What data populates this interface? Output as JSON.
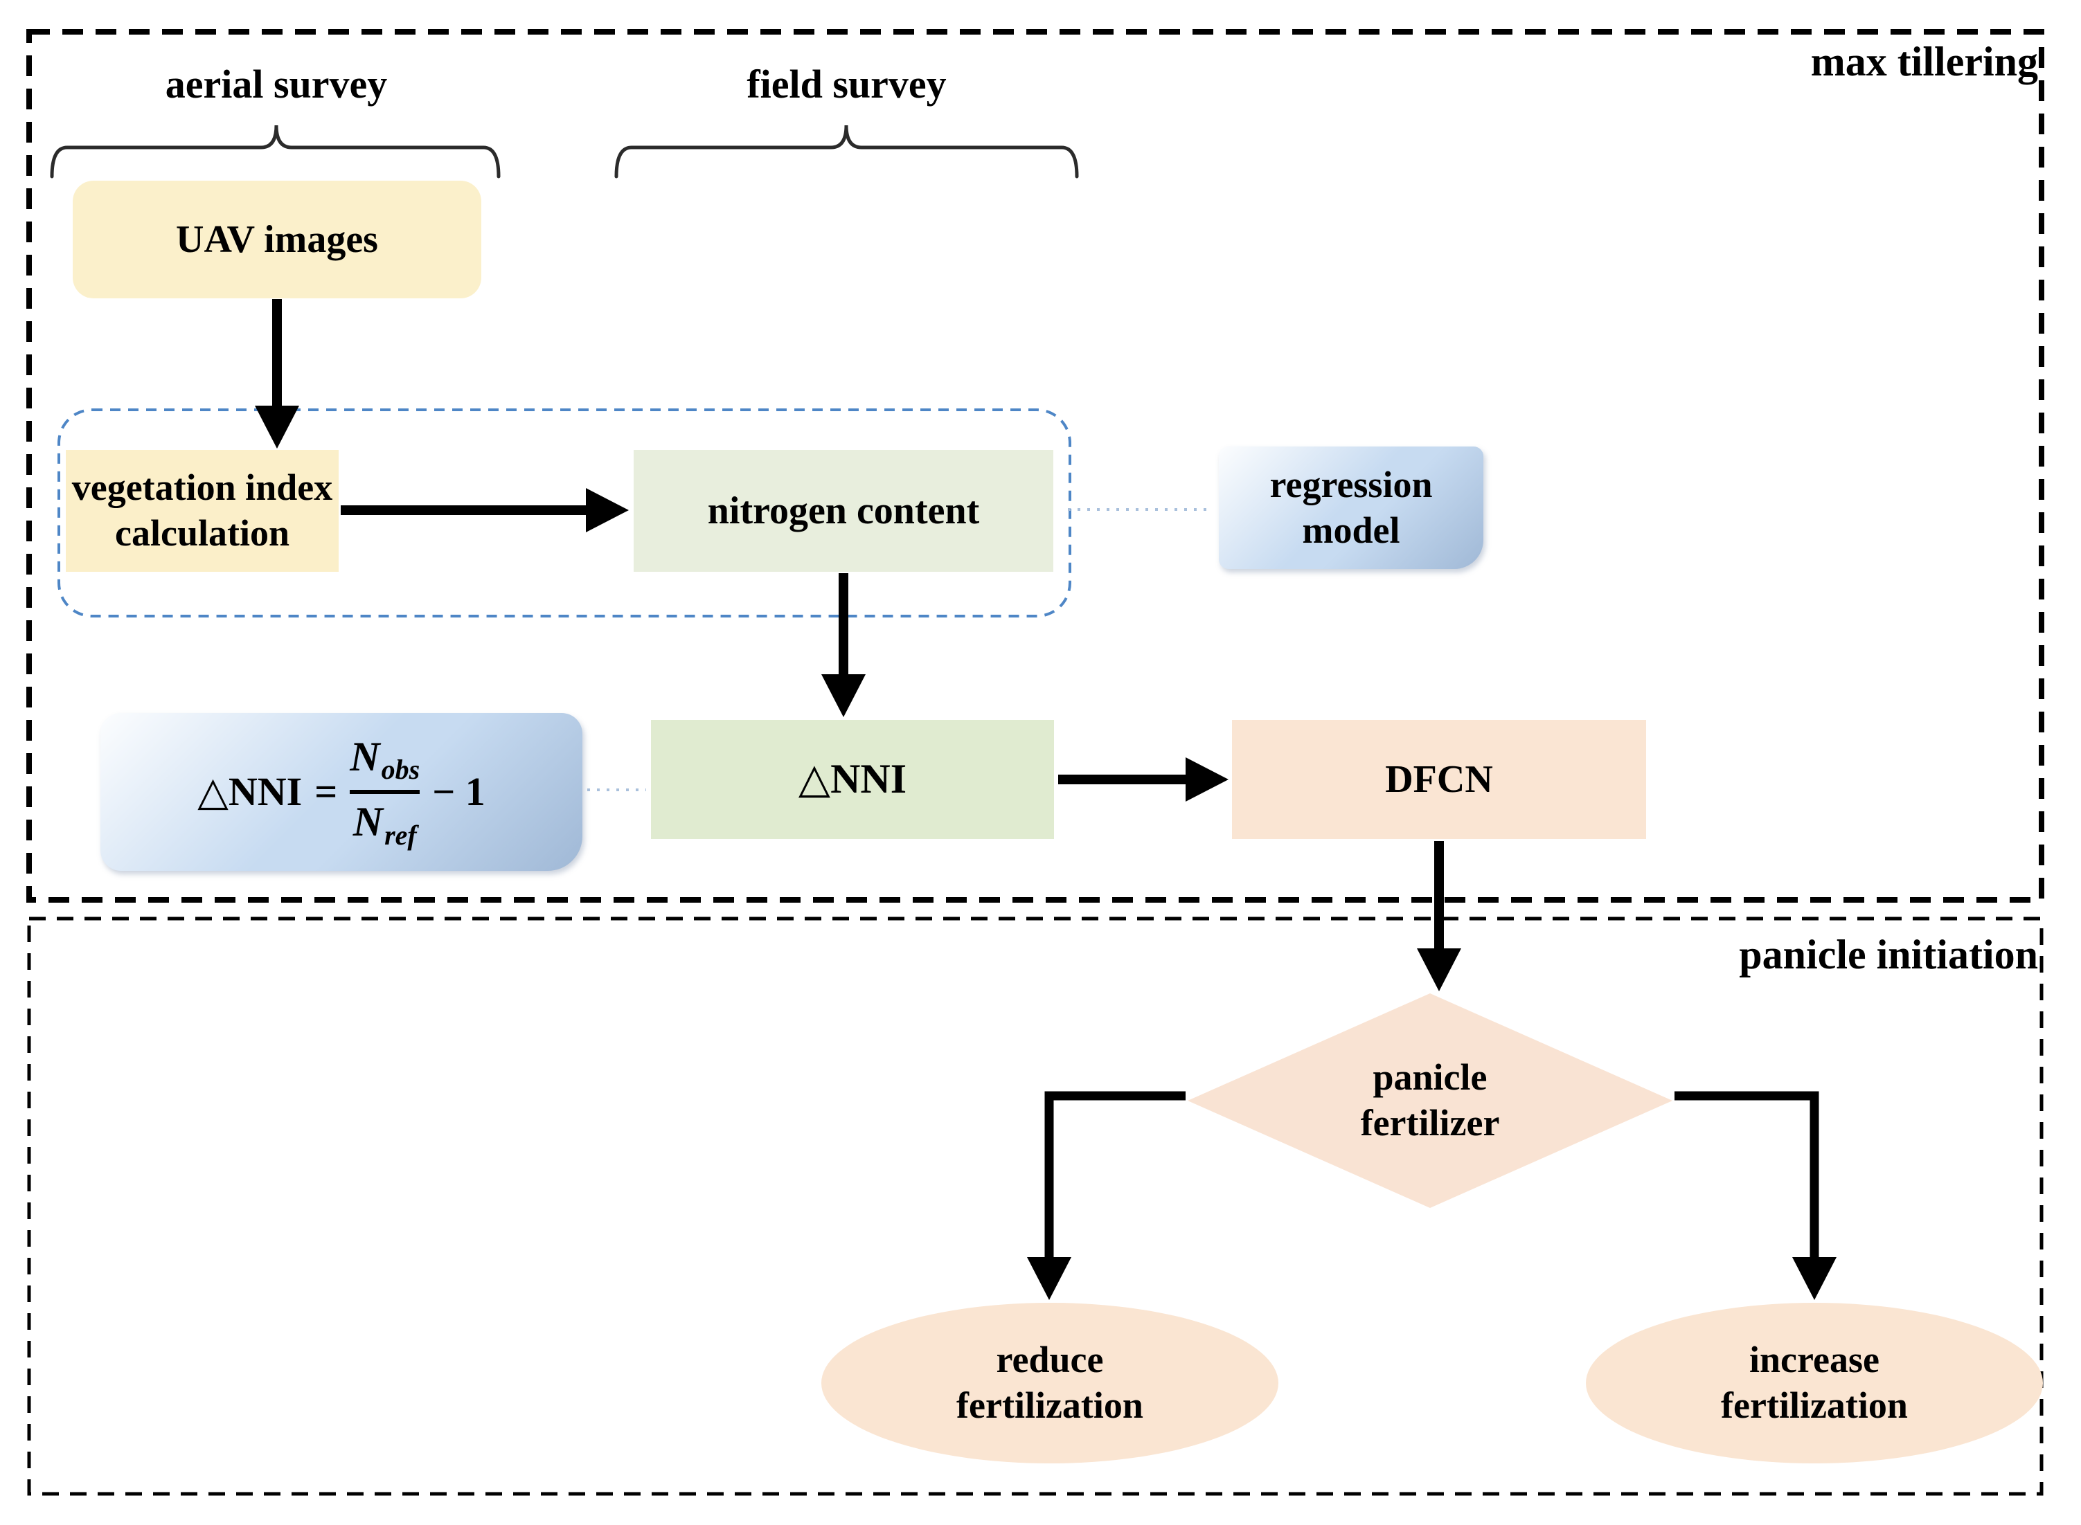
{
  "sections": {
    "max_tillering": {
      "label": "max tillering"
    },
    "panicle_initiation": {
      "label": "panicle initiation"
    }
  },
  "groups": {
    "aerial_survey": {
      "label": "aerial survey"
    },
    "field_survey": {
      "label": "field survey"
    }
  },
  "nodes": {
    "uav_images": {
      "label": "UAV images"
    },
    "vegetation_index": {
      "line1": "vegetation index",
      "line2": "calculation"
    },
    "nitrogen_content": {
      "label": "nitrogen content"
    },
    "regression_model": {
      "line1": "regression",
      "line2": "model"
    },
    "delta_nni_formula": {
      "lhs": "△NNI",
      "equals": "=",
      "num_base": "N",
      "num_sub": "obs",
      "den_base": "N",
      "den_sub": "ref",
      "rhs": "− 1"
    },
    "delta_nni": {
      "label": "△NNI"
    },
    "dfcn": {
      "label": "DFCN"
    },
    "panicle_fertilizer": {
      "line1": "panicle",
      "line2": "fertilizer"
    },
    "reduce_fertilization": {
      "line1": "reduce",
      "line2": "fertilization"
    },
    "increase_fertilization": {
      "line1": "increase",
      "line2": "fertilization"
    }
  },
  "edges": [
    {
      "from": "uav_images",
      "to": "vegetation_index",
      "style": "solid-arrow"
    },
    {
      "from": "vegetation_index",
      "to": "nitrogen_content",
      "style": "solid-arrow"
    },
    {
      "from": "nitrogen_content",
      "to": "regression_model",
      "style": "dotted"
    },
    {
      "from": "nitrogen_content",
      "to": "delta_nni",
      "style": "solid-arrow"
    },
    {
      "from": "delta_nni_formula",
      "to": "delta_nni",
      "style": "dotted"
    },
    {
      "from": "delta_nni",
      "to": "dfcn",
      "style": "solid-arrow"
    },
    {
      "from": "dfcn",
      "to": "panicle_fertilizer",
      "style": "solid-arrow"
    },
    {
      "from": "panicle_fertilizer",
      "to": "reduce_fertilization",
      "style": "elbow-arrow"
    },
    {
      "from": "panicle_fertilizer",
      "to": "increase_fertilization",
      "style": "elbow-arrow"
    }
  ],
  "colors": {
    "cream_box": "#FBF0CB",
    "green_box_light": "#E8EEDD",
    "green_box": "#E0EBD0",
    "peach_box": "#FAE5D3",
    "blue_panel": "#C7DBF1",
    "blue_dashed_border": "#4E86C6",
    "dotted_connector": "#A9C0DC",
    "border_black": "#000000"
  }
}
